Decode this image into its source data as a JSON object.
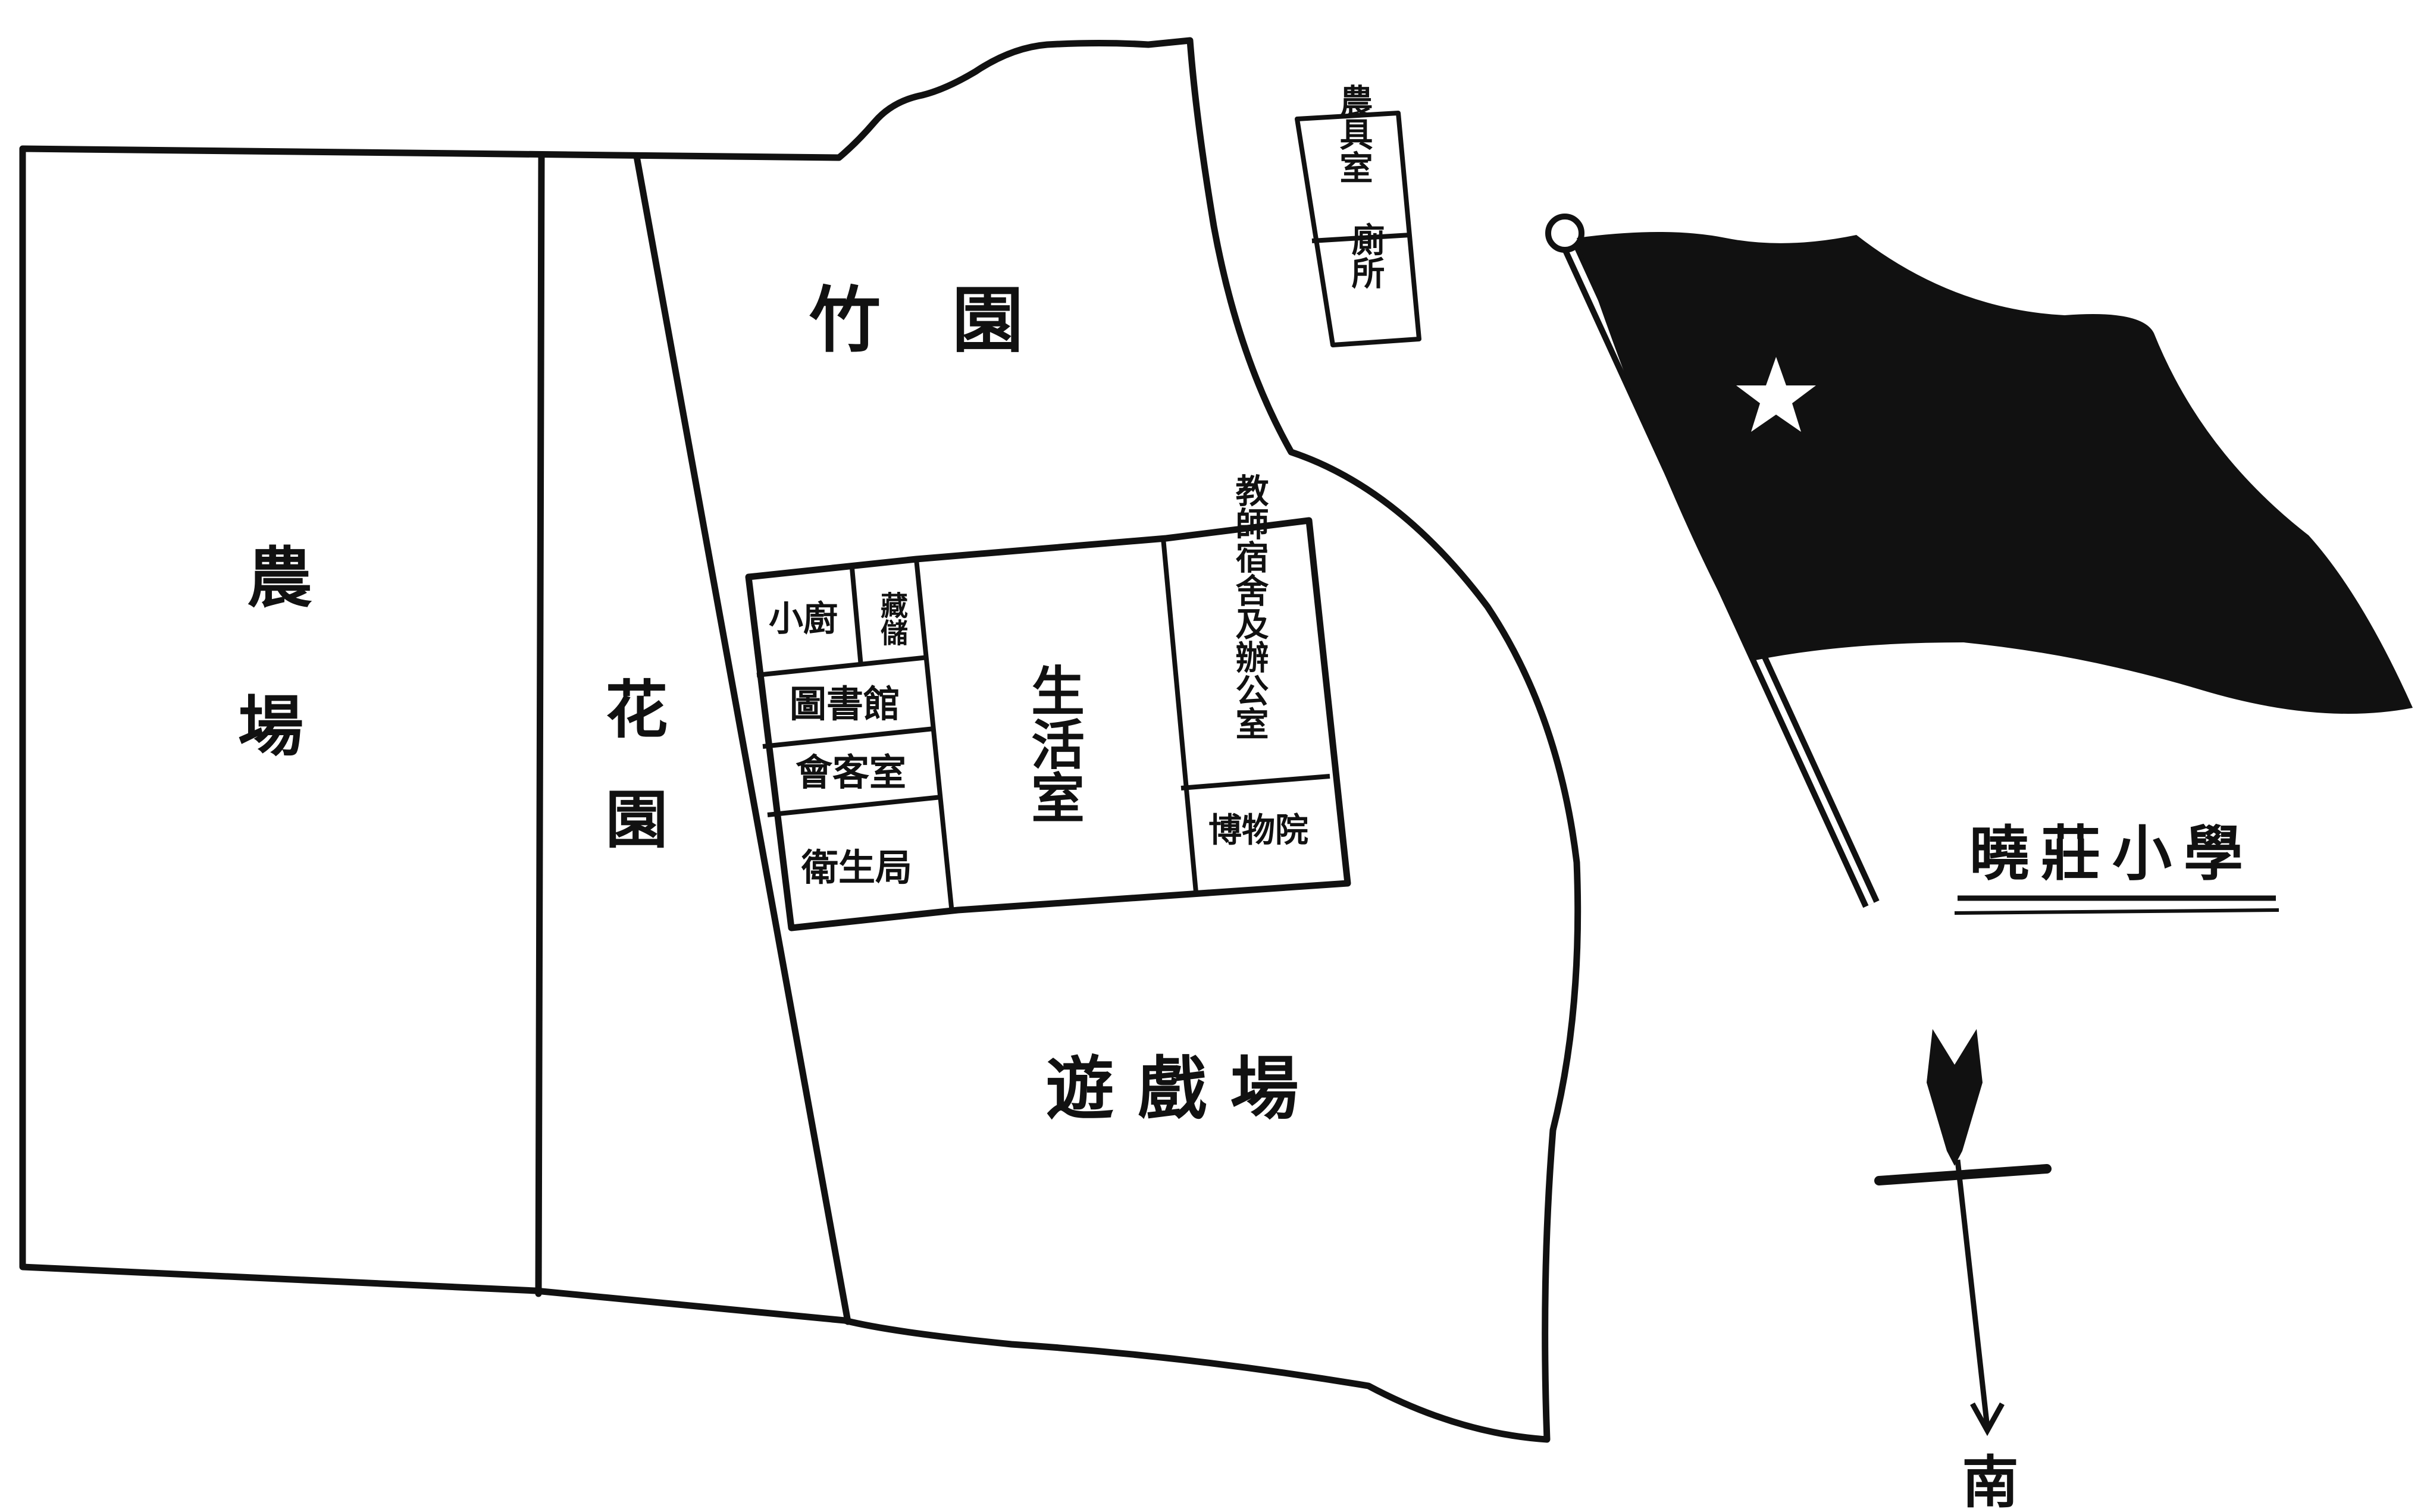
{
  "map": {
    "regions": {
      "farm": "農場",
      "garden": "花園",
      "bamboo_garden": "竹園",
      "playground": "遊戲場"
    },
    "outbuildings": {
      "farm_room": "農具室",
      "toilet": "廁所"
    },
    "building": {
      "living_room": "生活室",
      "small_kitchen": "小廚",
      "storage": "藏儲",
      "library": "圖書館",
      "reception_room": "會客室",
      "health_office": "衛生局",
      "teacher_dorm_office": "教師宿舍及辦公室",
      "museum": "博物院"
    },
    "school_name": "曉莊小學",
    "compass": {
      "direction": "南"
    },
    "flag": {
      "color": "#111111",
      "star_color": "#ffffff"
    }
  }
}
